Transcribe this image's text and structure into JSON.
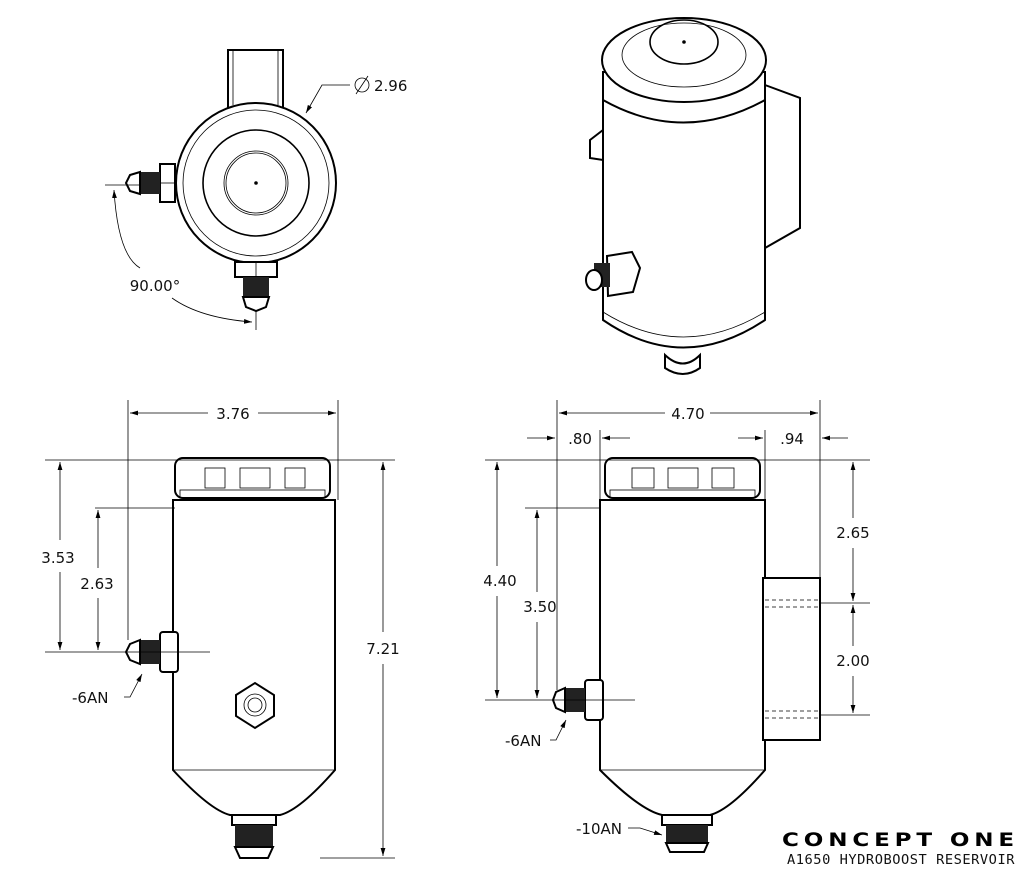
{
  "drawing": {
    "brand": "CONCEPT ONE",
    "part_title": "A1650 HYDROBOOST RESERVOIR"
  },
  "top_view": {
    "diameter": "2.96",
    "angle": "90.00°"
  },
  "front_view": {
    "width": "3.76",
    "height_total": "7.21",
    "cap_to_port": "3.53",
    "body_to_port": "2.63",
    "port_label": "-6AN"
  },
  "side_view": {
    "width_total": "4.70",
    "left_offset": ".80",
    "right_offset": ".94",
    "top_to_port": "4.40",
    "body_to_port": "3.50",
    "top_to_bracket": "2.65",
    "bracket_spacing": "2.00",
    "port_label": "-6AN",
    "outlet_label": "-10AN"
  }
}
